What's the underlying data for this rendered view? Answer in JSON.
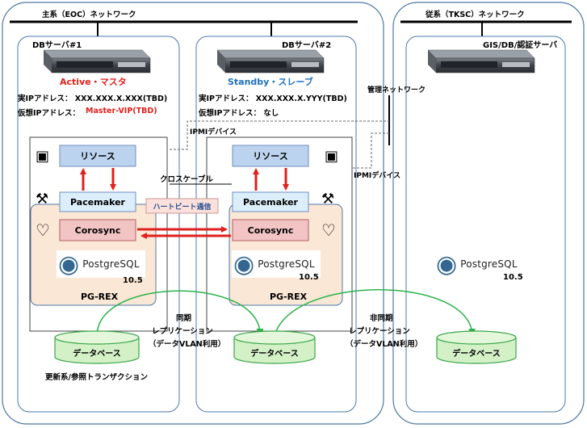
{
  "networks": {
    "main": "主系（EOC）ネットワーク",
    "sub": "従系（TKSC）ネットワーク",
    "management": "管理ネットワーク",
    "ipmi_left": "IPMIデバイス",
    "ipmi_right": "IPMIデバイス"
  },
  "server1": {
    "name": "DBサーバ#1",
    "role": "Active・マスタ",
    "real_ip": "実IPアドレス： XXX.XXX.X.XXX(TBD)",
    "virtual_ip_label": "仮想IPアドレス：",
    "virtual_ip_value": "Master-VIP(TBD)",
    "resource": "リソース",
    "pacemaker": "Pacemaker",
    "corosync": "Corosync",
    "pgrex": "PG-REX",
    "pg_version": "10.5",
    "db": "データベース",
    "transaction": "更新系/参照トランザクション"
  },
  "server2": {
    "name": "DBサーバ#2",
    "role": "Standby・スレーブ",
    "real_ip": "実IPアドレス： XXX.XXX.X.YYY(TBD)",
    "virtual_ip": "仮想IPアドレス： なし",
    "resource": "リソース",
    "pacemaker": "Pacemaker",
    "corosync": "Corosync",
    "pgrex": "PG-REX",
    "pg_version": "10.5",
    "db": "データベース"
  },
  "server3": {
    "name": "GIS/DB/認証サーバ",
    "pg_version": "10.5",
    "db": "データベース"
  },
  "links": {
    "cross_cable": "クロスケーブル",
    "heartbeat": "ハートビート通信",
    "sync": [
      "同期",
      "レプリケーション",
      "（データVLAN利用）"
    ],
    "async": [
      "非同期",
      "レプリケーション",
      "（データVLAN利用）"
    ]
  },
  "postgres_logo_text": "PostgreSQL",
  "colors": {
    "resource_fill": "#bcd3ef",
    "pacemaker_fill": "#dbeefa",
    "corosync_fill": "#f2c4c4",
    "pgrex_fill": "#fbe7d6",
    "db_fill": "#d3f0c6",
    "arrow_red": "#e0201c",
    "sync_green": "#2bb34a",
    "frame_blue": "#4c78a8"
  }
}
